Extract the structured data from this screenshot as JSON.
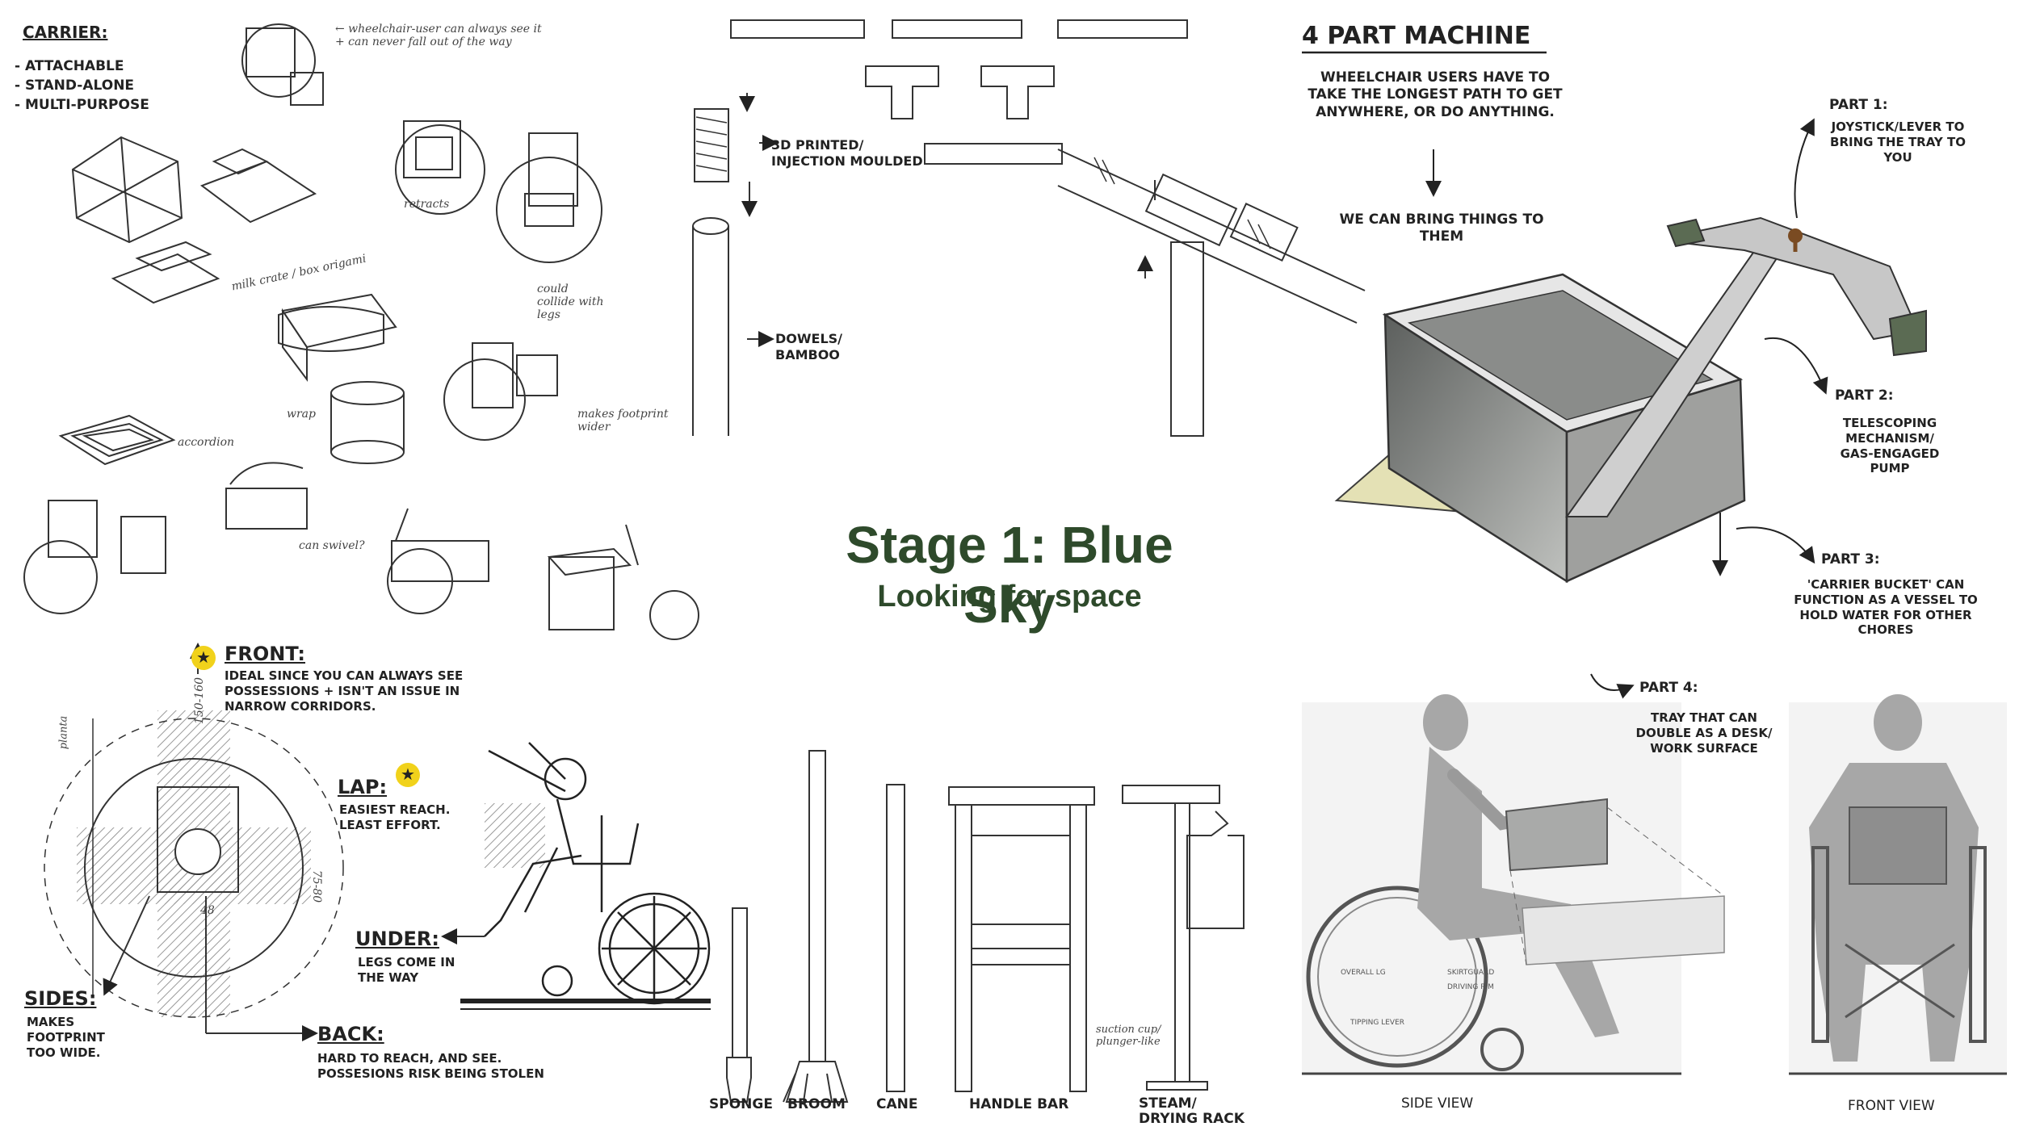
{
  "center": {
    "title": "Stage 1: Blue Sky",
    "subtitle": "Looking for space"
  },
  "carrier": {
    "heading": "CARRIER:",
    "items": [
      "- ATTACHABLE",
      "- STAND-ALONE",
      "- MULTI-PURPOSE"
    ]
  },
  "sketch_notes": {
    "note1": "← wheelchair-user can always see it + can never fall out of the way",
    "note2": "retracts",
    "note3": "could collide with legs",
    "note4": "milk crate / box origami",
    "note5": "wrap",
    "note6": "accordion",
    "note7": "makes footprint wider",
    "note8": "can swivel?"
  },
  "dowel_notes": {
    "printed": "3D PRINTED/ INJECTION MOULDED",
    "dowels": "DOWELS/ BAMBOO",
    "suction": "suction cup/ plunger-like"
  },
  "tools": [
    "SPONGE",
    "BROOM",
    "CANE",
    "HANDLE BAR",
    "STEAM/ DRYING RACK"
  ],
  "positions": {
    "front_label": "FRONT:",
    "front_text": "IDEAL SINCE YOU CAN ALWAYS SEE POSSESSIONS + ISN'T AN ISSUE IN NARROW CORRIDORS.",
    "lap_label": "LAP:",
    "lap_text": "EASIEST REACH. LEAST EFFORT.",
    "under_label": "UNDER:",
    "under_text": "LEGS COME IN THE WAY",
    "sides_label": "SIDES:",
    "sides_text": "MAKES FOOTPRINT TOO WIDE.",
    "back_label": "BACK:",
    "back_text": "HARD TO REACH, AND SEE. POSSESIONS RISK BEING STOLEN",
    "plan_label": "planta",
    "dim1": "150-160",
    "dim2": "75-80",
    "dim3": "48"
  },
  "machine": {
    "heading": "4 PART MACHINE",
    "intro": "WHEELCHAIR USERS HAVE TO TAKE THE LONGEST PATH TO GET ANYWHERE, OR DO ANYTHING.",
    "bring": "WE CAN BRING THINGS TO THEM",
    "part1_label": "PART 1:",
    "part1_text": "JOYSTICK/LEVER TO BRING THE TRAY TO YOU",
    "part2_label": "PART 2:",
    "part2_text": "TELESCOPING MECHANISM/ GAS-ENGAGED PUMP",
    "part3_label": "PART 3:",
    "part3_text": "'CARRIER BUCKET' CAN FUNCTION AS A VESSEL TO HOLD WATER FOR OTHER CHORES",
    "part4_label": "PART 4:",
    "part4_text": "TRAY THAT CAN DOUBLE AS A DESK/ WORK SURFACE"
  },
  "views": {
    "side": "SIDE VIEW",
    "front": "FRONT VIEW",
    "side_tags": [
      "OVERALL LG",
      "SKIRTGUARD",
      "DRIVING RIM",
      "TIPPING LEVER"
    ]
  },
  "colors": {
    "title_green": "#2e4a2b",
    "star_yellow": "#f1d21b",
    "tray_tint": "#e3e0b2",
    "box_gray": "#7d7f7d"
  }
}
